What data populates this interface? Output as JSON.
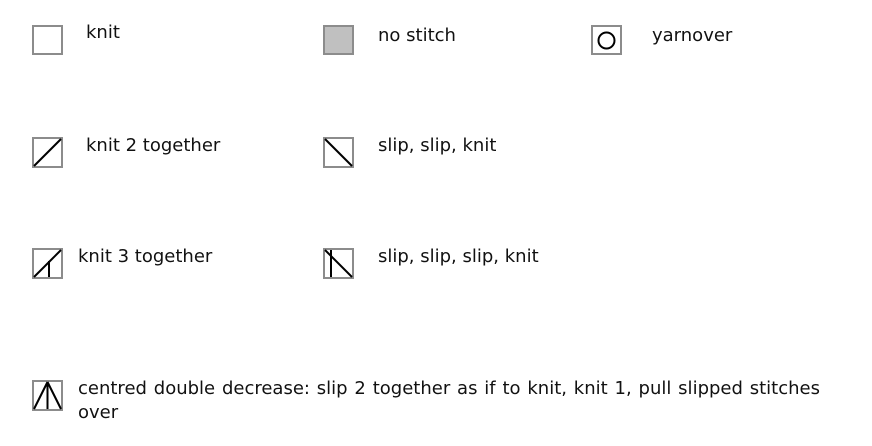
{
  "legend": {
    "knit": "knit",
    "no_stitch": "no stitch",
    "yarnover": "yarnover",
    "k2tog": "knit 2 together",
    "ssk": "slip, slip, knit",
    "k3tog": "knit 3 together",
    "sssk": "slip, slip, slip, knit",
    "cdd": "centred double decrease: slip 2 together as if to knit, knit 1, pull slipped stitches over"
  },
  "colors": {
    "box_border": "#8c8c8c",
    "no_stitch_fill": "#c0c0c0",
    "stroke": "#000000"
  }
}
